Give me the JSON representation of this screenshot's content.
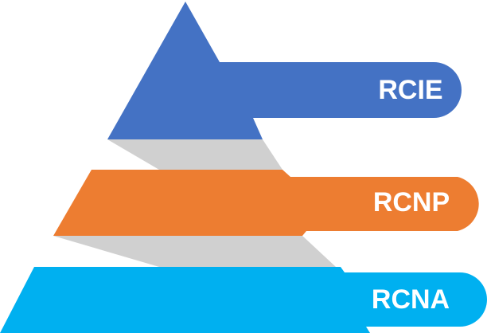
{
  "tiers": [
    {
      "label": "RCIE",
      "color": "#4472C4"
    },
    {
      "label": "RCNP",
      "color": "#ED7D31"
    },
    {
      "label": "RCNA",
      "color": "#00B0F0"
    }
  ],
  "shadow_color": "#D0D0D0"
}
